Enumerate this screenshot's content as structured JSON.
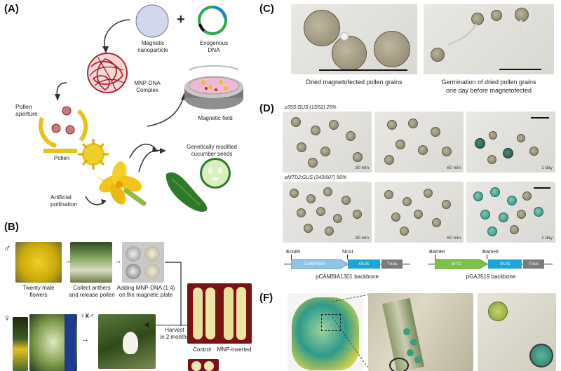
{
  "panels": {
    "a": {
      "label": "(A)",
      "magnetic_nanoparticle": "Magnetic\nnanoparticle",
      "plus": "+",
      "exogenous_dna": "Exogenous\nDNA",
      "mnp_dna_complex": "MNP-DNA\nComplex",
      "pollen_aperture": "Pollen\naperture",
      "pollen": "Pollen",
      "magnetic_field": "Magnetic field",
      "gm_seeds": "Genetically modified\ncucumber seeds",
      "artificial_pollination": "Artificial\npollination"
    },
    "b": {
      "label": "(B)",
      "male_symbol": "♂",
      "female_symbol": "♀",
      "cross_symbol": "♀x♂",
      "twenty_male_flowers": "Twenty male\nflowers",
      "collect_anthers": "Collect anthers\nand release pollen",
      "adding_mnp": "Adding MNP-DNA (1:4)\non the magnetic plate",
      "harvest": "Harvest\nin 2 months",
      "control": "Control",
      "mnp_inserted": "MNP-inserted"
    },
    "c": {
      "label": "(C)",
      "caption_left": "Dried magnetofected pollen grains",
      "caption_right": "Germination of dried pollen grains\none day before magnetofected"
    },
    "d": {
      "label": "(D)",
      "row1_title": "p35S:GUS (13/52) 25%",
      "row2_title": "pMTD2:GUS (343/607) 56%",
      "times": [
        "30 min",
        "60 min",
        "1 day"
      ],
      "construct1": {
        "ecori": "EcoRI",
        "ncoi": "NcoI",
        "promoter": "CaMV35S",
        "gus": "GUS",
        "tnos": "Tnos",
        "backbone": "pCAMBIA1301 backbone"
      },
      "construct2": {
        "bamhi1": "BamHI",
        "bamhi2": "BamHI",
        "promoter": "MTD",
        "gus": "GUS",
        "tnos": "Tnos",
        "backbone": "pGA3519 backbone"
      }
    },
    "f": {
      "label": "(F)"
    }
  },
  "colors": {
    "mnp_red": "#b3262e",
    "pollen_yellow": "#e8c21a",
    "dna_green": "#2aa84a",
    "dna_blue": "#1e7fd0",
    "gus_blue": "#1aa6d9",
    "mtd_green": "#7cc242",
    "camv_blue": "#8fc3ea",
    "tnos_gray": "#7a7a7a",
    "gus_stain": "#2f8a79"
  }
}
